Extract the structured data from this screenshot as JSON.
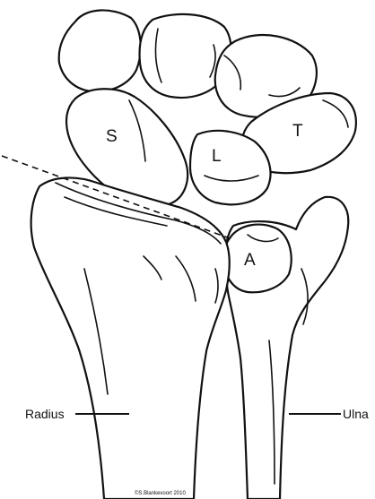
{
  "letters": {
    "scaphoid": "S",
    "lunate": "L",
    "triquetrum": "T",
    "ulnar_head": "A"
  },
  "labels": {
    "radius": "Radius",
    "ulna": "Ulna"
  },
  "credit": "©S.Blankevoort 2010"
}
